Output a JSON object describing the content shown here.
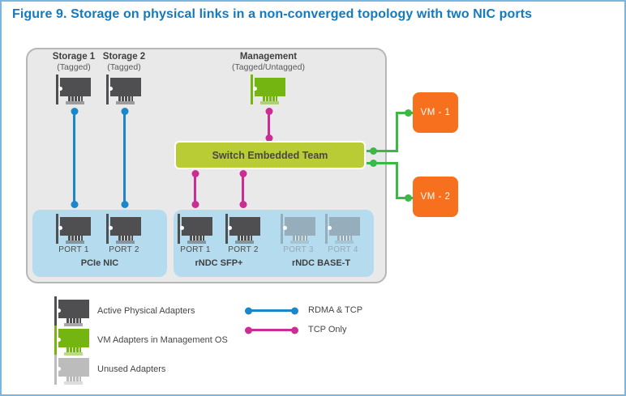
{
  "figure": {
    "title": "Figure 9. Storage on physical links in a non-converged topology with two NIC ports"
  },
  "colors": {
    "title_blue": "#1579bd",
    "outer_border": "#7ab6e0",
    "container_fill": "#e9e9e9",
    "container_border": "#b6b6b6",
    "port_box_blue": "#b5dcee",
    "switch_green": "#b9cb35",
    "vm_orange": "#f7701d",
    "adapter_active": "#4f4f51",
    "adapter_vm": "#74b512",
    "adapter_unused": "#96aebc",
    "adapter_unused_legend": "#bcbcbc",
    "line_rdma": "#1b87c9",
    "line_tcp": "#cb2d92",
    "line_vm": "#3cb845",
    "text_dark": "#3f3f3f",
    "text_gray": "#5a5a5a",
    "text_disabled": "#97a8b2"
  },
  "diagram": {
    "hosts": [
      {
        "name": "Storage 1",
        "sub": "(Tagged)"
      },
      {
        "name": "Storage 2",
        "sub": "(Tagged)"
      },
      {
        "name": "Management",
        "sub": "(Tagged/Untagged)"
      }
    ],
    "switch_label": "Switch Embedded Team",
    "vms": [
      {
        "label": "VM - 1"
      },
      {
        "label": "VM - 2"
      }
    ],
    "port_boxes": [
      {
        "groups": [
          {
            "label": "PCIe NIC",
            "ports": [
              {
                "label": "PORT 1",
                "state": "active"
              },
              {
                "label": "PORT 2",
                "state": "active"
              }
            ]
          }
        ]
      },
      {
        "groups": [
          {
            "label": "rNDC SFP+",
            "ports": [
              {
                "label": "PORT 1",
                "state": "active"
              },
              {
                "label": "PORT 2",
                "state": "active"
              }
            ]
          },
          {
            "label": "rNDC BASE-T",
            "ports": [
              {
                "label": "PORT 3",
                "state": "unused"
              },
              {
                "label": "PORT 4",
                "state": "unused"
              }
            ]
          }
        ]
      }
    ]
  },
  "legend": {
    "adapters": [
      {
        "label": "Active Physical Adapters",
        "type": "active"
      },
      {
        "label": "VM Adapters in Management OS",
        "type": "vm"
      },
      {
        "label": "Unused Adapters",
        "type": "unused"
      }
    ],
    "lines": [
      {
        "label": "RDMA & TCP",
        "type": "rdma"
      },
      {
        "label": "TCP Only",
        "type": "tcp"
      }
    ]
  }
}
